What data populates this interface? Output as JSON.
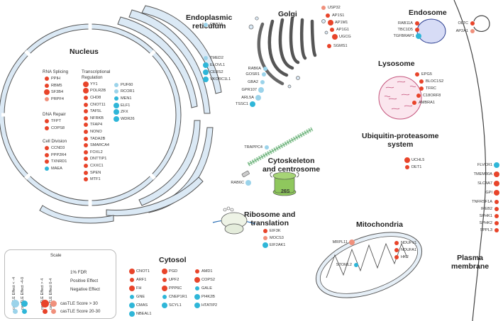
{
  "colors": {
    "pos_strong": "#e8442a",
    "pos_weak": "#f0907c",
    "neg_strong": "#2fb6d8",
    "neg_weak": "#9bd3ea",
    "membrane": "#dbe9f5",
    "outline": "#555555",
    "text": "#222222"
  },
  "compartments": {
    "nucleus": "Nucleus",
    "er": "Endoplasmic\nreticulum",
    "golgi": "Golgi",
    "endosome": "Endosome",
    "lysosome": "Lysosome",
    "ups": "Ubiquitin-proteasome\nsystem",
    "cytoskeleton": "Cytoskeleton\nand centrosome",
    "ribosome": "Ribosome and\ntranslation",
    "mitochondria": "Mitochondria",
    "cytosol": "Cytosol",
    "plasma": "Plasma\nmembrane"
  },
  "proteasome_label": "26S",
  "nucleus_groups": {
    "rna_splicing": {
      "title": "RNA Splicing",
      "genes": [
        [
          "PPIH",
          "ps"
        ],
        [
          "RBM5",
          "ps"
        ],
        [
          "SF3B4",
          "psb"
        ],
        [
          "PRPF4",
          "pw"
        ]
      ]
    },
    "dna_repair": {
      "title": "DNA Repair",
      "genes": [
        [
          "TFPT",
          "ps"
        ],
        [
          "COPS8",
          "ps"
        ]
      ]
    },
    "cell_division": {
      "title": "Cell Division",
      "genes": [
        [
          "CCND3",
          "ps"
        ],
        [
          "PPP2R4",
          "ps"
        ],
        [
          "TXNRD1",
          "ps"
        ],
        [
          "MAEA",
          "ns"
        ]
      ]
    },
    "transcriptional": {
      "title": "Transcriptional\nRegulation",
      "genes": [
        [
          "YY1",
          "psb"
        ],
        [
          "POLR2B",
          "psb"
        ],
        [
          "CHD8",
          "ps"
        ],
        [
          "CNOT11",
          "ps"
        ],
        [
          "TAF5L",
          "ps"
        ],
        [
          "NFRKB",
          "ps"
        ],
        [
          "TFAP4",
          "ps"
        ],
        [
          "NONO",
          "ps"
        ],
        [
          "TADA2B",
          "ps"
        ],
        [
          "SMARCA4",
          "ps"
        ],
        [
          "FOXL2",
          "ps"
        ],
        [
          "DNTTIP1",
          "ps"
        ],
        [
          "CXXC1",
          "ps"
        ],
        [
          "SPEN",
          "ps"
        ],
        [
          "MTF1",
          "ps"
        ]
      ]
    },
    "transcriptional2": {
      "genes": [
        [
          "PUF60",
          "nw"
        ],
        [
          "RCOR1",
          "nw"
        ],
        [
          "MEN1",
          "ns"
        ],
        [
          "ELF1",
          "nsb"
        ],
        [
          "ZFX",
          "nsb"
        ],
        [
          "WDR26",
          "nsb"
        ]
      ]
    }
  },
  "er_genes": [
    [
      "RAB2A",
      "nw"
    ],
    [
      "TMED2",
      "nw"
    ],
    [
      "ELOVL1",
      "nsb"
    ],
    [
      "CERS2",
      "nsb"
    ],
    [
      "VKORC1L1",
      "nsb"
    ]
  ],
  "golgi_left": [
    [
      "RAB6A",
      "nw"
    ],
    [
      "GOSR1",
      "nw"
    ],
    [
      "GBA2",
      "nw"
    ],
    [
      "GPR107",
      "nwb"
    ],
    [
      "ARL5A",
      "nwb"
    ],
    [
      "TSSC1",
      "nsb"
    ]
  ],
  "golgi_right": [
    [
      "USP32",
      "pw"
    ],
    [
      "AP1S1",
      "ps"
    ],
    [
      "AP1M1",
      "psb"
    ],
    [
      "AP1G1",
      "ps"
    ],
    [
      "UGCG",
      "psb"
    ],
    [
      "SGMS1",
      "ps"
    ]
  ],
  "endosome_genes": [
    [
      "RAB11A",
      "ps"
    ],
    [
      "TBC1D5",
      "ps"
    ],
    [
      "TGFBRAP1",
      "nsb"
    ]
  ],
  "endosome_right": [
    [
      "OLTC",
      "ps"
    ],
    [
      "AP2A1",
      "pw"
    ]
  ],
  "lysosome_genes": [
    [
      "EPG5",
      "ps"
    ],
    [
      "BLOC1S2",
      "ps"
    ],
    [
      "TFRC",
      "ps"
    ],
    [
      "C18ORF8",
      "ps"
    ],
    [
      "AMBRA1",
      "ps"
    ]
  ],
  "ups_genes": [
    [
      "UCHL5",
      "psb"
    ],
    [
      "DET1",
      "ps"
    ]
  ],
  "cyto_genes": [
    [
      "TRAPPC4",
      "nw"
    ],
    [
      "RAB6C",
      "nwb"
    ]
  ],
  "ribo_genes": [
    [
      "EIF3K",
      "ps"
    ],
    [
      "MOCS3",
      "pw"
    ],
    [
      "EIF2AK1",
      "nsb"
    ]
  ],
  "mito_left": [
    [
      "MRPL11",
      "pwb"
    ],
    [
      "STOML2",
      "ns"
    ]
  ],
  "mito_right": [
    [
      "NDUFV1",
      "ps"
    ],
    [
      "NDUFA1",
      "ps"
    ],
    [
      "HK2",
      "ps"
    ]
  ],
  "plasma_genes": [
    [
      "FLVCR1",
      "nsb"
    ],
    [
      "TMEM30A",
      "psb"
    ],
    [
      "SLC4A7",
      "psb"
    ],
    [
      "GPI",
      "psb"
    ],
    [
      "TNFRSF1A",
      "ps"
    ],
    [
      "IREB2",
      "ps"
    ],
    [
      "SPHK1",
      "ps"
    ],
    [
      "SPHK2",
      "ps"
    ],
    [
      "SPPL3",
      "ps"
    ]
  ],
  "cytosol_cols": [
    [
      [
        "CNOT1",
        "psb"
      ],
      [
        "ARF1",
        "ps"
      ],
      [
        "FH",
        "psb"
      ],
      [
        "GNE",
        "ns"
      ],
      [
        "CMAS",
        "nsb"
      ],
      [
        "NBEAL1",
        "nsb"
      ]
    ],
    [
      [
        "PGD",
        "psb"
      ],
      [
        "UPF2",
        "ps"
      ],
      [
        "PPP6C",
        "psb"
      ],
      [
        "CNEP1R1",
        "ns"
      ],
      [
        "SCYL1",
        "nsb"
      ]
    ],
    [
      [
        "AMD1",
        "ps"
      ],
      [
        "COPS2",
        "psb"
      ],
      [
        "GALE",
        "ns"
      ],
      [
        "PI4K2B",
        "nsb"
      ],
      [
        "HTATIP2",
        "nsb"
      ]
    ]
  ],
  "legend": {
    "title": "Scale",
    "col_labels": [
      "casTLE Effect < -4",
      "casTLE Effect -4-0",
      "casTLE Effect > 4",
      "casTLE Effect 0-4"
    ],
    "notes": [
      "1% FDR",
      "Positive Effect",
      "Negative Effect"
    ],
    "score_high": "casTLE Score > 30",
    "score_mid": "casTLE Score 20-30"
  }
}
